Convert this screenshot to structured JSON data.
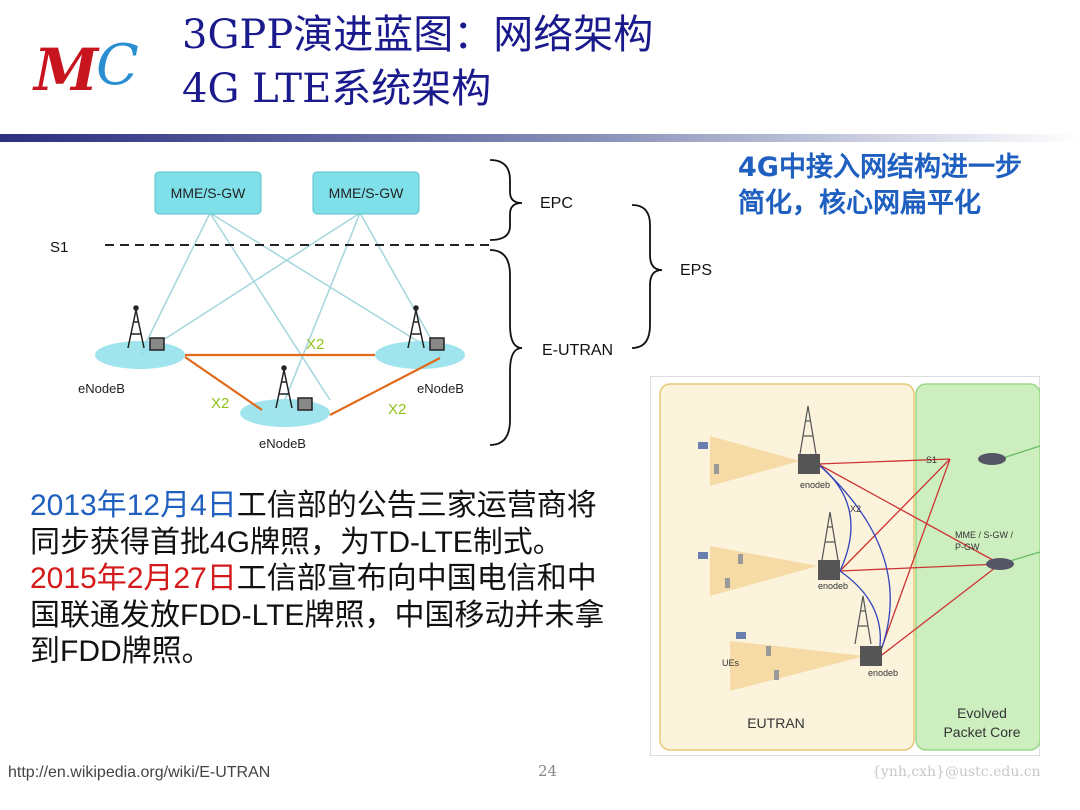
{
  "header": {
    "logo_text": "MC",
    "title_line1": "3GPP演进蓝图：网络架构",
    "title_line2": "4G LTE系统架构"
  },
  "arch_diagram": {
    "mme_left": "MME/S-GW",
    "mme_right": "MME/S-GW",
    "s1": "S1",
    "epc": "EPC",
    "eps": "EPS",
    "eutran": "E-UTRAN",
    "enb_left": "eNodeB",
    "enb_right": "eNodeB",
    "enb_bottom": "eNodeB",
    "x2_top": "X2",
    "x2_left": "X2",
    "x2_right": "X2"
  },
  "note": {
    "line1": "4G中接入网结构进一步",
    "line2": "简化，核心网扁平化"
  },
  "paragraph": {
    "date1": "2013年12月4日",
    "text1a": "工信部的公告三家运营商将同步获得首批",
    "text1b": "4G",
    "text1c": "牌照，为",
    "text1d": "TD-LTE",
    "text1e": "制式。",
    "date2": "2015年2月27日",
    "text2a": "工信部宣布向中国电信和中国联通发放",
    "text2b": "FDD-LTE",
    "text2c": "牌照，中国移动并未拿到",
    "text2d": "FDD",
    "text2e": "牌照。"
  },
  "wiki_diagram": {
    "s1": "S1",
    "x2": "X2",
    "enodeb1": "enodeb",
    "enodeb2": "enodeb",
    "enodeb3": "enodeb",
    "mme": "MME / S-GW /",
    "pgw": "P-GW",
    "ues": "UEs",
    "eutran": "EUTRAN",
    "epc_line1": "Evolved",
    "epc_line2": "Packet Core"
  },
  "footer": {
    "url": "http://en.wikipedia.org/wiki/E-UTRAN",
    "page": "24",
    "email": "{ynh,cxh}@ustc.edu.cn"
  },
  "colors": {
    "title": "#1a1a8c",
    "note": "#1f5fbf",
    "date1": "#1f5fbf",
    "date2": "#d41a1a",
    "mme_box": "#7fe0ea",
    "x2_link": "#e06a1a",
    "x2_label": "#8fc21c"
  }
}
